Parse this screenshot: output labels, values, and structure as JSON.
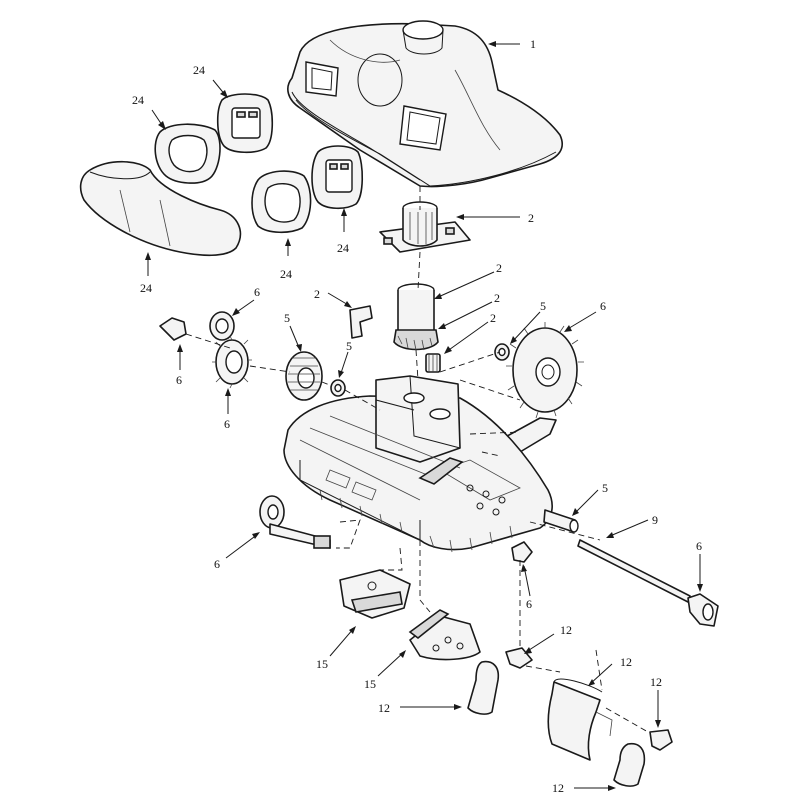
{
  "callouts": [
    {
      "id": "c1",
      "label": "1"
    },
    {
      "id": "c24a",
      "label": "24"
    },
    {
      "id": "c24b",
      "label": "24"
    },
    {
      "id": "c24c",
      "label": "24"
    },
    {
      "id": "c24d",
      "label": "24"
    },
    {
      "id": "c24e",
      "label": "24"
    },
    {
      "id": "c2a",
      "label": "2"
    },
    {
      "id": "c2b",
      "label": "2"
    },
    {
      "id": "c2c",
      "label": "2"
    },
    {
      "id": "c2d",
      "label": "2"
    },
    {
      "id": "c2e",
      "label": "2"
    },
    {
      "id": "c6a",
      "label": "6"
    },
    {
      "id": "c5a",
      "label": "5"
    },
    {
      "id": "c5b",
      "label": "5"
    },
    {
      "id": "c5c",
      "label": "5"
    },
    {
      "id": "c6b",
      "label": "6"
    },
    {
      "id": "c6c",
      "label": "6"
    },
    {
      "id": "c6d",
      "label": "6"
    },
    {
      "id": "c6e",
      "label": "6"
    },
    {
      "id": "c5d",
      "label": "5"
    },
    {
      "id": "c9",
      "label": "9"
    },
    {
      "id": "c6f",
      "label": "6"
    },
    {
      "id": "c6g",
      "label": "6"
    },
    {
      "id": "c15a",
      "label": "15"
    },
    {
      "id": "c15b",
      "label": "15"
    },
    {
      "id": "c12a",
      "label": "12"
    },
    {
      "id": "c12b",
      "label": "12"
    },
    {
      "id": "c12c",
      "label": "12"
    },
    {
      "id": "c12d",
      "label": "12"
    },
    {
      "id": "c12e",
      "label": "12"
    }
  ]
}
